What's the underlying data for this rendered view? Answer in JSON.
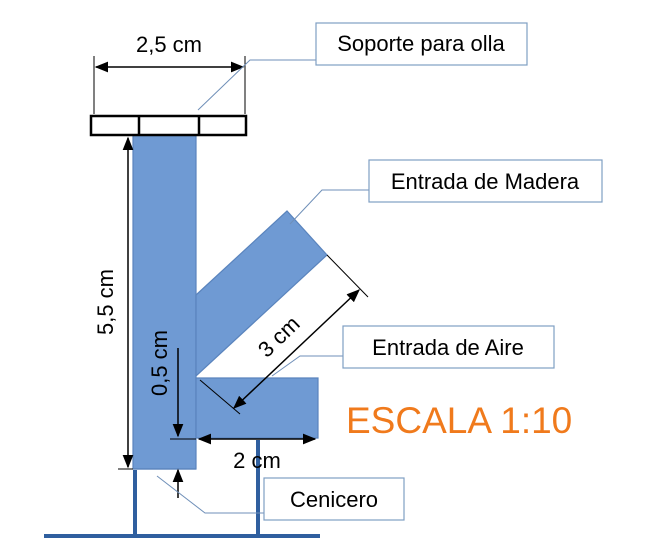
{
  "labels": {
    "soporte": "Soporte para olla",
    "madera": "Entrada de Madera",
    "aire": "Entrada de Aire",
    "cenicero": "Cenicero"
  },
  "dimensions": {
    "top_width": "2,5 cm",
    "height": "5,5 cm",
    "inner": "0,5 cm",
    "diagonal": "3 cm",
    "bottom": "2 cm"
  },
  "scale": "ESCALA 1:10",
  "colors": {
    "parts": "#6f9ad3",
    "base": "#2f5f9f",
    "scale_text": "#f07a1c",
    "callout_border": "#7f9fc3"
  }
}
